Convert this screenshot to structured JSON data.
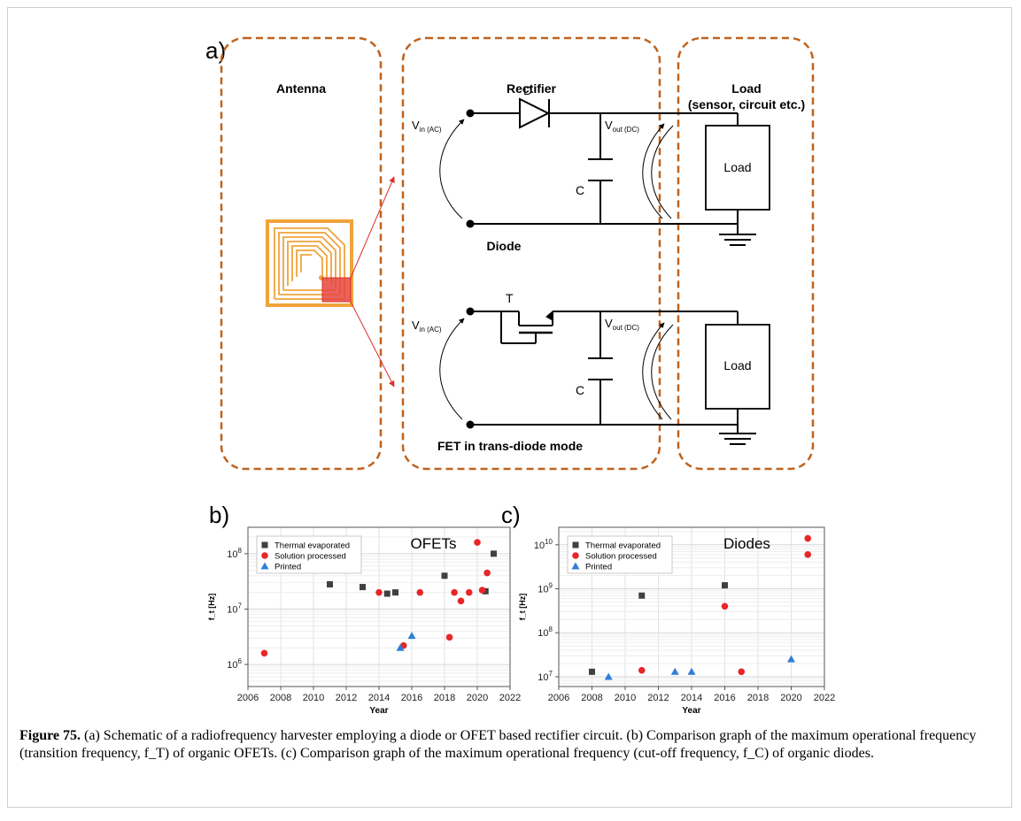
{
  "figure": {
    "panel_a_label": "a)",
    "panel_b_label": "b)",
    "panel_c_label": "c)",
    "blocks": {
      "antenna": "Antenna",
      "rectifier": "Rectifier",
      "load_title": "Load",
      "load_subtitle": "(sensor, circuit etc.)"
    },
    "circuit": {
      "vin": "V",
      "vin_sub": "in (AC)",
      "vout": "V",
      "vout_sub": "out (DC)",
      "diode_label": "D",
      "transistor_label": "T",
      "cap_label": "C",
      "load_box": "Load",
      "diode_caption": "Diode",
      "fet_caption": "FET in trans-diode mode"
    },
    "colors": {
      "dashed_border": "#c0621d",
      "antenna_coil": "#f0a33a",
      "antenna_chip": "#e6473f",
      "arrow": "#d9302b",
      "thermal": "#404040",
      "solution": "#e8262a",
      "printed": "#2f7ed8"
    },
    "caption_bold": "Figure 75.",
    "caption_text": " (a) Schematic of a radiofrequency harvester employing a diode or OFET based rectifier circuit. (b) Comparison graph of the maximum operational frequency (transition frequency, f_T) of organic OFETs. (c) Comparison graph of the maximum operational frequency (cut-off frequency, f_C) of organic diodes."
  },
  "chart_data": [
    {
      "type": "scatter",
      "title": "OFETs",
      "xlabel": "Year",
      "ylabel": "f_t [Hz]",
      "xlim": [
        2006,
        2022
      ],
      "x_ticks": [
        2006,
        2008,
        2010,
        2012,
        2014,
        2016,
        2018,
        2020,
        2022
      ],
      "yscale": "log",
      "ylim": [
        400000,
        300000000
      ],
      "y_ticks": [
        {
          "value": 1000000,
          "exp": "6"
        },
        {
          "value": 10000000,
          "exp": "7"
        },
        {
          "value": 100000000,
          "exp": "8"
        }
      ],
      "grid": true,
      "legend_position": "top-left",
      "series": [
        {
          "name": "Thermal evaporated",
          "marker": "square",
          "color": "#404040",
          "points": [
            [
              2011,
              28000000
            ],
            [
              2013,
              25000000
            ],
            [
              2014.5,
              19000000
            ],
            [
              2015,
              20000000
            ],
            [
              2018,
              40000000
            ],
            [
              2020.5,
              21000000
            ],
            [
              2021,
              100000000
            ]
          ]
        },
        {
          "name": "Solution processed",
          "marker": "circle",
          "color": "#e8262a",
          "points": [
            [
              2007,
              1600000
            ],
            [
              2014,
              20000000
            ],
            [
              2015.5,
              2200000
            ],
            [
              2016.5,
              20000000
            ],
            [
              2018.3,
              3100000
            ],
            [
              2018.6,
              20000000
            ],
            [
              2019,
              14000000
            ],
            [
              2019.5,
              20000000
            ],
            [
              2020,
              160000000
            ],
            [
              2020.3,
              22000000
            ],
            [
              2020.6,
              45000000
            ]
          ]
        },
        {
          "name": "Printed",
          "marker": "triangle",
          "color": "#2f7ed8",
          "points": [
            [
              2015.3,
              2000000
            ],
            [
              2016,
              3300000
            ]
          ]
        }
      ]
    },
    {
      "type": "scatter",
      "title": "Diodes",
      "xlabel": "Year",
      "ylabel": "f_t [Hz]",
      "xlim": [
        2006,
        2022
      ],
      "x_ticks": [
        2006,
        2008,
        2010,
        2012,
        2014,
        2016,
        2018,
        2020,
        2022
      ],
      "yscale": "log",
      "ylim": [
        6000000,
        25000000000
      ],
      "y_ticks": [
        {
          "value": 10000000,
          "exp": "7"
        },
        {
          "value": 100000000,
          "exp": "8"
        },
        {
          "value": 1000000000,
          "exp": "9"
        },
        {
          "value": 10000000000,
          "exp": "10"
        }
      ],
      "grid": true,
      "legend_position": "top-left",
      "series": [
        {
          "name": "Thermal evaporated",
          "marker": "square",
          "color": "#404040",
          "points": [
            [
              2008,
              13000000
            ],
            [
              2011,
              700000000
            ],
            [
              2016,
              1200000000
            ]
          ]
        },
        {
          "name": "Solution processed",
          "marker": "circle",
          "color": "#e8262a",
          "points": [
            [
              2011,
              14000000
            ],
            [
              2016,
              400000000
            ],
            [
              2017,
              13000000
            ],
            [
              2021,
              14000000000
            ],
            [
              2021,
              6000000000
            ]
          ]
        },
        {
          "name": "Printed",
          "marker": "triangle",
          "color": "#2f7ed8",
          "points": [
            [
              2009,
              10000000
            ],
            [
              2013,
              13000000
            ],
            [
              2014,
              13000000
            ],
            [
              2020,
              25000000
            ]
          ]
        }
      ]
    }
  ]
}
